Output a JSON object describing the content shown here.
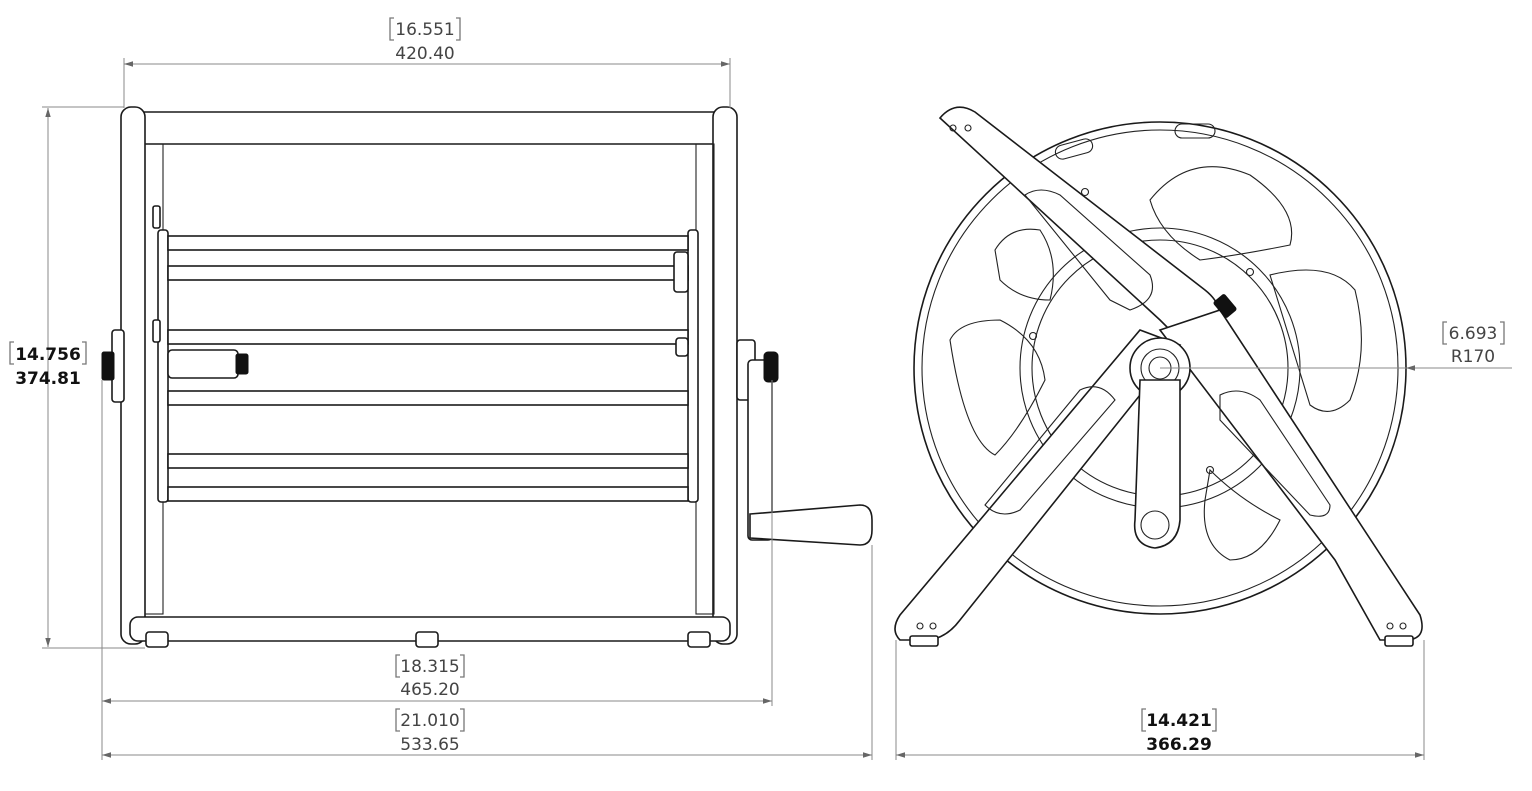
{
  "dimensions": {
    "top_width": {
      "inch": "16.551",
      "mm": "420.40"
    },
    "height": {
      "inch": "14.756",
      "mm": "374.81"
    },
    "reel_width": {
      "inch": "18.315",
      "mm": "465.20"
    },
    "overall_width": {
      "inch": "21.010",
      "mm": "533.65"
    },
    "radius": {
      "inch": "6.693",
      "mm": "R170"
    },
    "side_width": {
      "inch": "14.421",
      "mm": "366.29"
    }
  }
}
